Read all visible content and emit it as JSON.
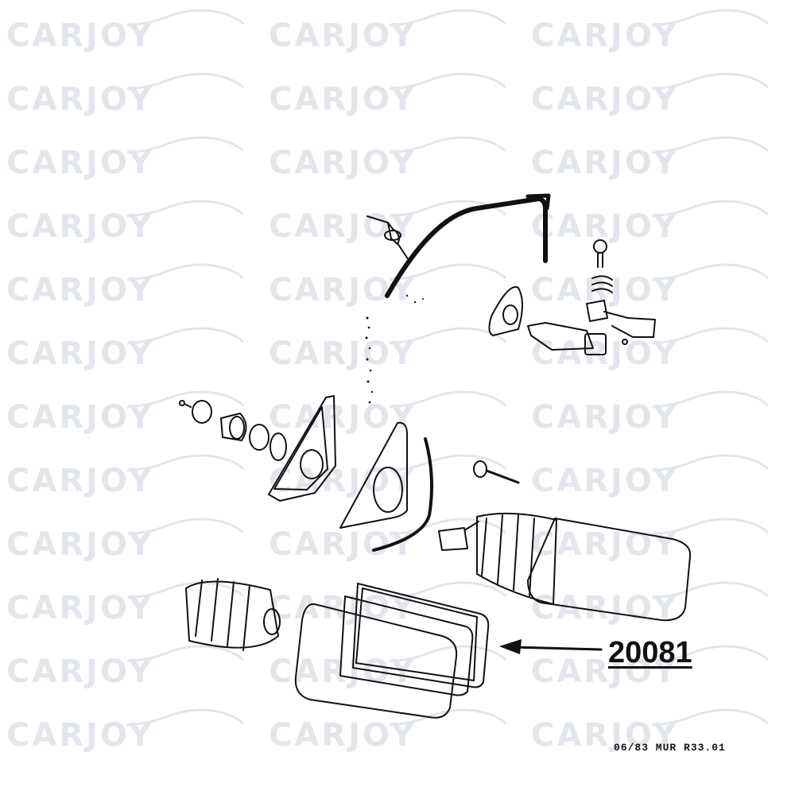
{
  "watermark": {
    "text": "CARJOY"
  },
  "callout": {
    "part_number": "20081"
  },
  "footer": {
    "ref_code": "06/83  MUR  R33.01"
  }
}
